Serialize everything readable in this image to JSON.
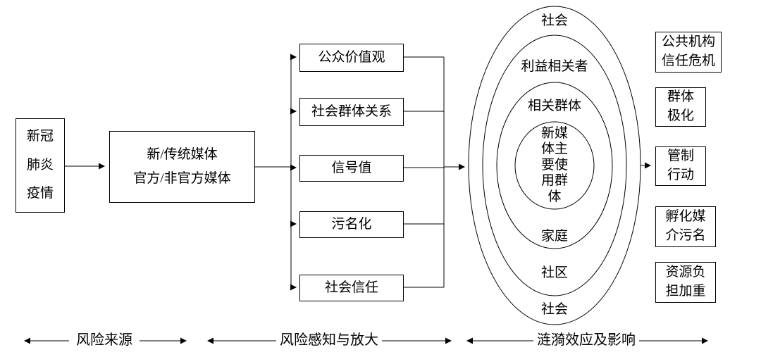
{
  "source_box": "新冠\n肺炎\n疫情",
  "media_box": "新/传统媒体\n官方/非官方媒体",
  "factors": [
    "公众价值观",
    "社会群体关系",
    "信号值",
    "污名化",
    "社会信任"
  ],
  "ripple": {
    "outer_top": "社会",
    "ring2_top": "利益相关者",
    "ring3_top": "相关群体",
    "core": "新媒\n体主\n要使\n用群\n体",
    "ring3_bottom": "家庭",
    "ring2_bottom": "社区",
    "outer_bottom": "社会"
  },
  "impacts": [
    "公共机构\n信任危机",
    "群体\n极化",
    "管制\n行动",
    "孵化媒\n介污名",
    "资源负\n担加重"
  ],
  "stages": [
    "风险来源",
    "风险感知与放大",
    "涟漪效应及影响"
  ],
  "colors": {
    "line": "#000000",
    "background": "#ffffff"
  }
}
